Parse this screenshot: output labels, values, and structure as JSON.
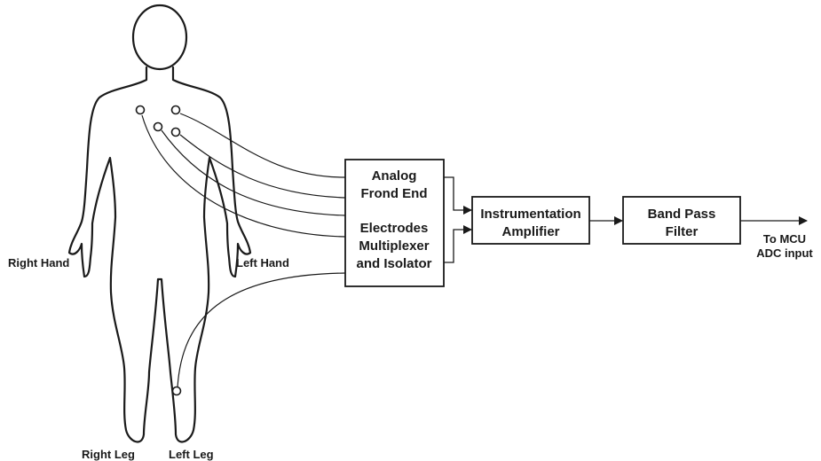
{
  "body_labels": {
    "right_hand": "Right Hand",
    "left_hand": "Left Hand",
    "right_leg": "Right Leg",
    "left_leg": "Left Leg"
  },
  "blocks": {
    "afe": {
      "line1": "Analog",
      "line2": "Frond End",
      "line3": "Electrodes",
      "line4": "Multiplexer",
      "line5": "and Isolator"
    },
    "amp": {
      "line1": "Instrumentation",
      "line2": "Amplifier"
    },
    "bpf": {
      "line1": "Band Pass",
      "line2": "Filter"
    }
  },
  "output": {
    "line1": "To MCU",
    "line2": "ADC input"
  },
  "colors": {
    "stroke": "#1a1a1a",
    "background": "#ffffff"
  }
}
